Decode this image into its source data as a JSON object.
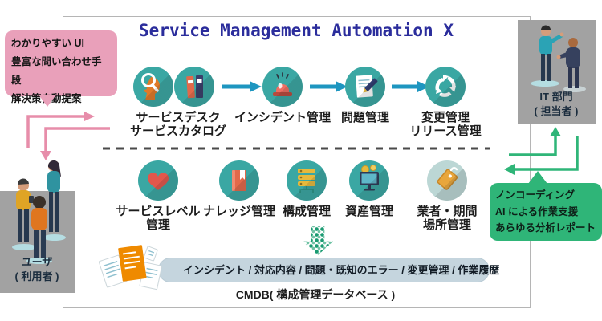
{
  "title": "Service Management Automation X",
  "colors": {
    "teal_circle": "#3aa7a3",
    "pale_circle": "#bcd7d5",
    "flow_arrow": "#1e96c0",
    "pink_accent": "#e9a0ba",
    "green_accent": "#2fb578",
    "gray_actor_box": "#a2a2a2",
    "pill_background": "#c5d5de",
    "title_navy": "#2b2d9c"
  },
  "callouts": {
    "user_benefits": "わかりやすい UI\n豊富な問い合わせ手段\n解決策自動提案",
    "it_benefits": "ノンコーディング\nAI による作業支援\nあらゆる分析レポート"
  },
  "actors": {
    "user": "ユーザ\n( 利用者 )",
    "it": "IT 部門\n( 担当者 )"
  },
  "flow_row": [
    {
      "label": "サービスデスク\nサービスカタログ",
      "icons": [
        "service-desk",
        "service-catalog"
      ]
    },
    {
      "label": "インシデント管理",
      "icons": [
        "alarm"
      ]
    },
    {
      "label": "問題管理",
      "icons": [
        "document-pencil"
      ]
    },
    {
      "label": "変更管理\nリリース管理",
      "icons": [
        "cycle-arrows"
      ]
    }
  ],
  "management_row": [
    {
      "label": "サービスレベル\n管理",
      "icons": [
        "heart"
      ]
    },
    {
      "label": "ナレッジ管理",
      "icons": [
        "book"
      ]
    },
    {
      "label": "構成管理",
      "icons": [
        "servers"
      ]
    },
    {
      "label": "資産管理",
      "icons": [
        "monitor-coins"
      ]
    },
    {
      "label": "業者・期間\n場所管理",
      "icons": [
        "price-tag"
      ]
    }
  ],
  "cmdb": {
    "bar_text": "インシデント / 対応内容 / 問題・既知のエラー / 変更管理 / 作業履歴",
    "caption": "CMDB( 構成管理データベース )"
  }
}
